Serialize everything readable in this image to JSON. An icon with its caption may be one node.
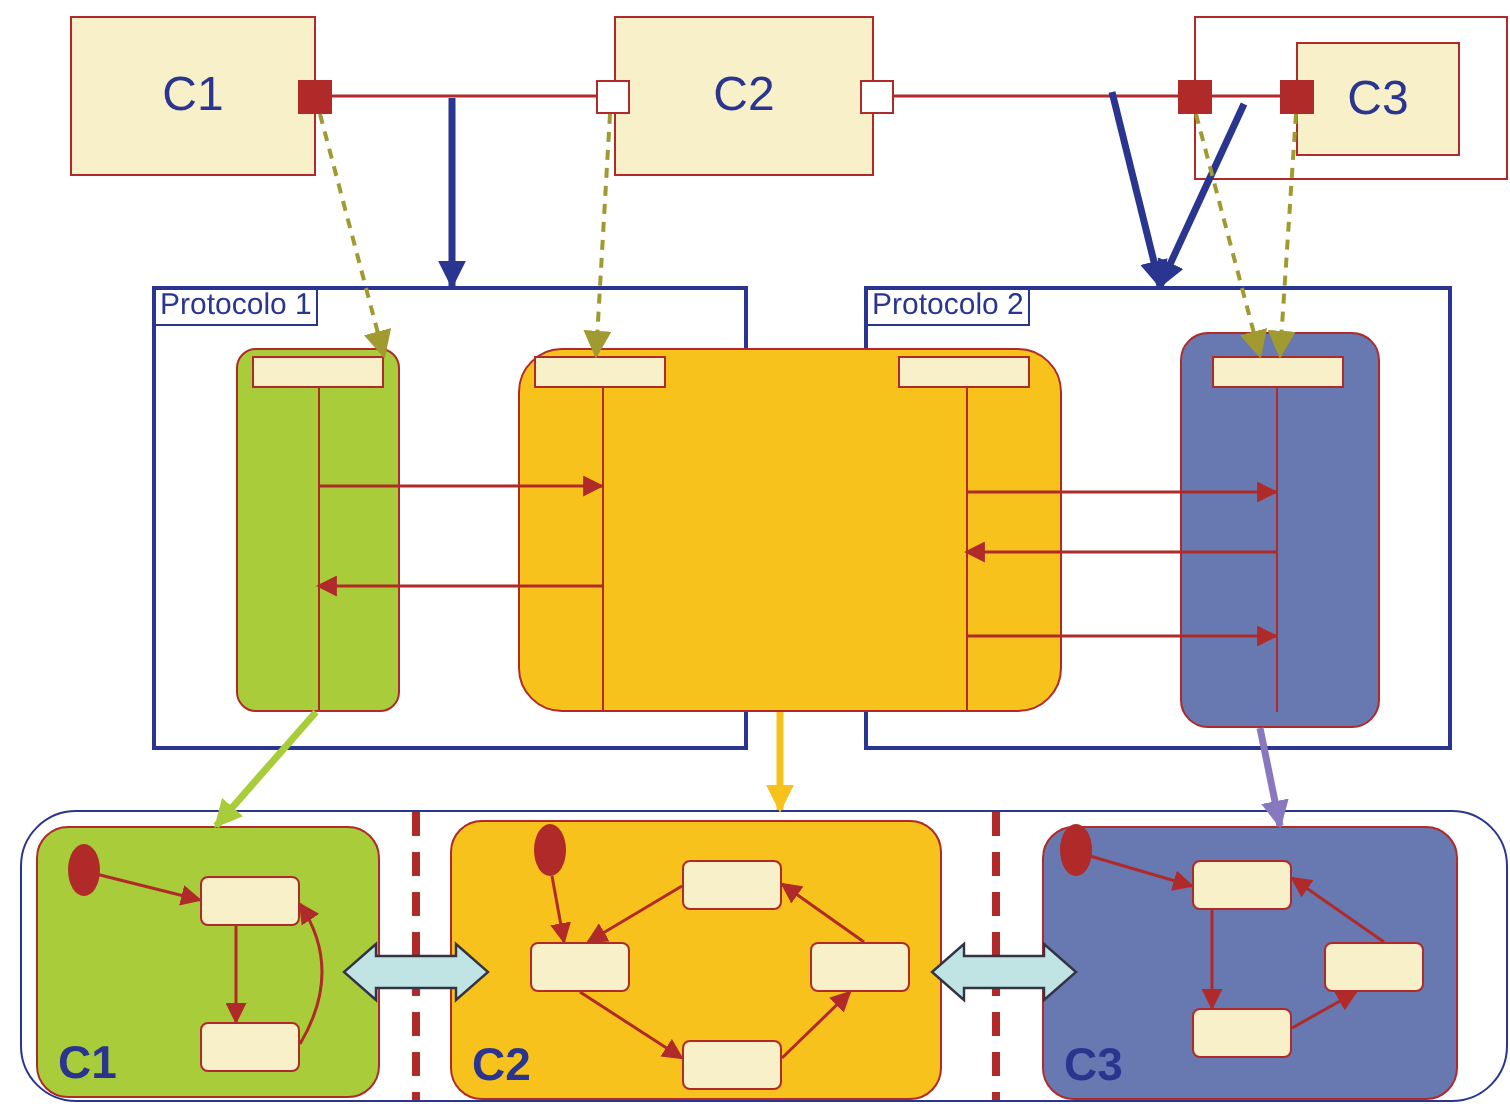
{
  "diagram": {
    "nodes": [
      {
        "text": [
          "C1"
        ]
      },
      {
        "text": [],
        "shape": "box"
      },
      {
        "text": [
          "C2"
        ]
      },
      {
        "text": [],
        "shape": "box"
      },
      {
        "text": [],
        "shape": "box"
      },
      {
        "text": [],
        "shape": "box"
      },
      {
        "text": [],
        "shape": "box"
      },
      {
        "text": [
          "C3"
        ],
        "in": 5
      },
      {
        "text": [],
        "shape": "box",
        "in": 5
      },
      {
        "text": [
          "Protocolo 1"
        ]
      },
      {
        "text": [
          "Protocolo 2"
        ]
      },
      {
        "text": [],
        "shape": "box",
        "in": 9
      },
      {
        "text": [],
        "shape": "box",
        "in": 11
      },
      {
        "text": [],
        "shape": "box"
      },
      {
        "text": [],
        "shape": "box"
      },
      {
        "text": [],
        "shape": "box"
      },
      {
        "text": [],
        "shape": "box",
        "in": 10
      },
      {
        "text": [],
        "shape": "box",
        "in": 16
      },
      {
        "text": [],
        "shape": "box"
      },
      {
        "text": [
          "C1"
        ],
        "in": 18
      },
      {
        "text": [],
        "shape": "circle",
        "in": 19
      },
      {
        "text": [],
        "shape": "box",
        "in": 19
      },
      {
        "text": [],
        "shape": "box",
        "in": 19
      },
      {
        "text": [
          "C2"
        ],
        "in": 18
      },
      {
        "text": [],
        "shape": "circle",
        "in": 23
      },
      {
        "text": [],
        "shape": "box",
        "in": 23
      },
      {
        "text": [],
        "shape": "box",
        "in": 23
      },
      {
        "text": [],
        "shape": "box",
        "in": 23
      },
      {
        "text": [],
        "shape": "box",
        "in": 23
      },
      {
        "text": [
          "C3"
        ],
        "in": 18
      },
      {
        "text": [],
        "shape": "circle",
        "in": 29
      },
      {
        "text": [],
        "shape": "box",
        "in": 29
      },
      {
        "text": [],
        "shape": "box",
        "in": 29
      },
      {
        "text": [],
        "shape": "box",
        "in": 29
      }
    ],
    "edges": [
      {
        "from": 1,
        "to": 3,
        "arrow": "none"
      },
      {
        "from": 4,
        "to": 6,
        "arrow": "none"
      },
      {
        "from": 6,
        "to": 8,
        "arrow": "none"
      },
      {
        "from": null,
        "to": 9,
        "arrow": "to",
        "style": "thick",
        "color": "#2a3590"
      },
      {
        "from": null,
        "to": 10,
        "arrow": "to",
        "style": "thick",
        "color": "#2a3590"
      },
      {
        "from": null,
        "to": 10,
        "arrow": "to",
        "style": "thick",
        "color": "#2a3590"
      },
      {
        "from": 1,
        "to": 12,
        "arrow": "to",
        "style": "dashed",
        "color": "#a09a30"
      },
      {
        "from": 3,
        "to": 14,
        "arrow": "to",
        "style": "dashed",
        "color": "#a09a30"
      },
      {
        "from": 6,
        "to": 17,
        "arrow": "to",
        "style": "dashed",
        "color": "#a09a30"
      },
      {
        "from": 8,
        "to": 17,
        "arrow": "to",
        "style": "dashed",
        "color": "#a09a30"
      },
      {
        "from": 11,
        "to": 13,
        "arrow": "to"
      },
      {
        "from": 13,
        "to": 11,
        "arrow": "to"
      },
      {
        "from": 13,
        "to": 16,
        "arrow": "to"
      },
      {
        "from": 16,
        "to": 13,
        "arrow": "to"
      },
      {
        "from": 13,
        "to": 16,
        "arrow": "to"
      },
      {
        "from": 11,
        "to": 19,
        "arrow": "to",
        "style": "thick",
        "color": "#a8cc3a"
      },
      {
        "from": 13,
        "to": 18,
        "arrow": "to",
        "style": "thick",
        "color": "#f8c21c"
      },
      {
        "from": 16,
        "to": 29,
        "arrow": "to",
        "style": "thick",
        "color": "#8878c0"
      },
      {
        "from": 20,
        "to": 21,
        "arrow": "to"
      },
      {
        "from": 21,
        "to": 22,
        "arrow": "to"
      },
      {
        "from": 22,
        "to": 21,
        "arrow": "to"
      },
      {
        "from": 24,
        "to": 25,
        "arrow": "to"
      },
      {
        "from": 26,
        "to": 25,
        "arrow": "to"
      },
      {
        "from": 25,
        "to": 28,
        "arrow": "to"
      },
      {
        "from": 28,
        "to": 27,
        "arrow": "to"
      },
      {
        "from": 27,
        "to": 26,
        "arrow": "to"
      },
      {
        "from": 30,
        "to": 31,
        "arrow": "to"
      },
      {
        "from": 31,
        "to": 33,
        "arrow": "to"
      },
      {
        "from": 33,
        "to": 32,
        "arrow": "to"
      },
      {
        "from": 32,
        "to": 31,
        "arrow": "to"
      },
      {
        "from": 19,
        "to": 23,
        "arrow": "both",
        "style": "thick",
        "color": "#c0e4e4"
      },
      {
        "from": 23,
        "to": 29,
        "arrow": "both",
        "style": "thick",
        "color": "#c0e4e4"
      }
    ]
  }
}
